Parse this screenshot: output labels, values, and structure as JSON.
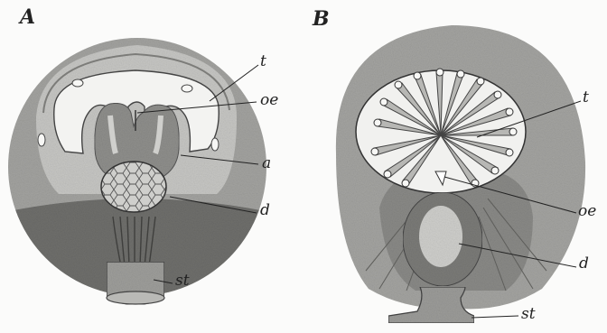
{
  "figure_a": {
    "panel_label": "A",
    "labels": {
      "t": "t",
      "oe": "oe",
      "a": "a",
      "d": "d",
      "st": "st"
    }
  },
  "figure_b": {
    "panel_label": "B",
    "labels": {
      "t": "t",
      "oe": "oe",
      "d": "d",
      "st": "st"
    }
  },
  "colors": {
    "ink": "#222222",
    "outer_wall": "#9a9a98",
    "dark_wall": "#6f6f6d",
    "light_cavity": "#f2f2f0",
    "mid_gray": "#b9b9b6",
    "cell_fill": "#c9c9c6"
  }
}
